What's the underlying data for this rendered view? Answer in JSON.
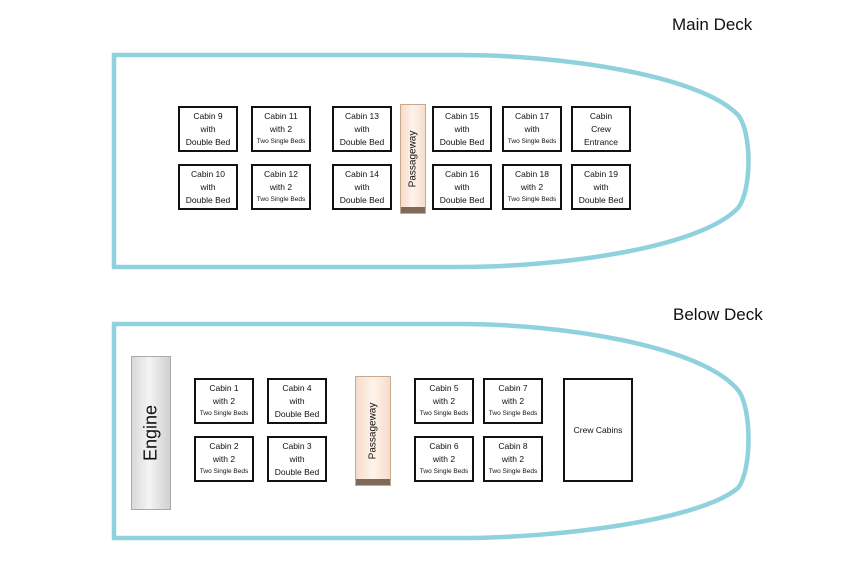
{
  "main_deck": {
    "title": "Main Deck",
    "passageway": "Passageway",
    "cabins": [
      {
        "l1": "Cabin 9",
        "l2": "with",
        "l3": "Double Bed"
      },
      {
        "l1": "Cabin 11",
        "l2": "with 2",
        "l3": "Two Single Beds"
      },
      {
        "l1": "Cabin 13",
        "l2": "with",
        "l3": "Double Bed"
      },
      {
        "l1": "Cabin 15",
        "l2": "with",
        "l3": "Double Bed"
      },
      {
        "l1": "Cabin 17",
        "l2": "with",
        "l3": "Two Single Beds"
      },
      {
        "l1": "Cabin",
        "l2": "Crew",
        "l3": "Entrance"
      },
      {
        "l1": "Cabin 10",
        "l2": "with",
        "l3": "Double Bed"
      },
      {
        "l1": "Cabin 12",
        "l2": "with 2",
        "l3": "Two Single Beds"
      },
      {
        "l1": "Cabin 14",
        "l2": "with",
        "l3": "Double Bed"
      },
      {
        "l1": "Cabin 16",
        "l2": "with",
        "l3": "Double Bed"
      },
      {
        "l1": "Cabin 18",
        "l2": "with 2",
        "l3": "Two Single Beds"
      },
      {
        "l1": "Cabin 19",
        "l2": "with",
        "l3": "Double Bed"
      }
    ]
  },
  "below_deck": {
    "title": "Below Deck",
    "engine": "Engine",
    "passageway": "Passageway",
    "crew_cabins": "Crew Cabins",
    "cabins": [
      {
        "l1": "Cabin 1",
        "l2": "with 2",
        "l3": "Two Single Beds"
      },
      {
        "l1": "Cabin 4",
        "l2": "with",
        "l3": "Double Bed"
      },
      {
        "l1": "Cabin 5",
        "l2": "with 2",
        "l3": "Two Single Beds"
      },
      {
        "l1": "Cabin 7",
        "l2": "with 2",
        "l3": "Two Single Beds"
      },
      {
        "l1": "Cabin 2",
        "l2": "with 2",
        "l3": "Two Single Beds"
      },
      {
        "l1": "Cabin 3",
        "l2": "with",
        "l3": "Double Bed"
      },
      {
        "l1": "Cabin 6",
        "l2": "with 2",
        "l3": "Two Single Beds"
      },
      {
        "l1": "Cabin 8",
        "l2": "with 2",
        "l3": "Two Single Beds"
      }
    ]
  },
  "colors": {
    "hull": "#8fd1dc",
    "cabin_border": "#111111",
    "passageway": "#f5dccb",
    "engine": "#e6e6e6"
  }
}
